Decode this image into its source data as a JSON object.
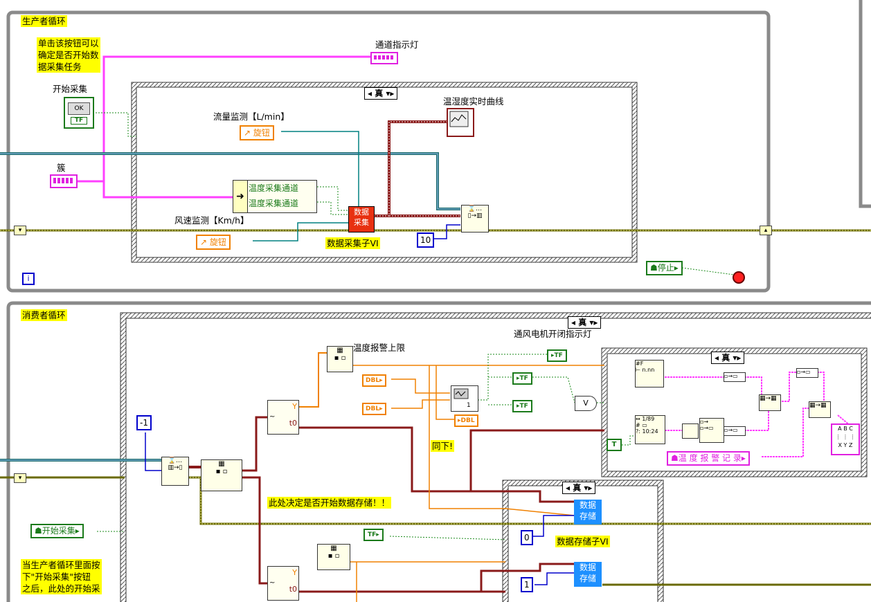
{
  "producer": {
    "loop_label": "生产者循环",
    "note_start": "单击该按钮可以\n确定是否开始数\n据采集任务",
    "start_label": "开始采集",
    "ok_text": "OK",
    "tf_text": "TF",
    "cluster_label": "簇",
    "channel_light": "通道指示灯",
    "case_value": "真",
    "flow_label": "流量监测【L/min】",
    "knob1": "旋钮",
    "knob2": "旋钮",
    "wind_label": "风速监测【Km/h】",
    "chart_label": "温湿度实时曲线",
    "chan1": "温度采集通道",
    "chan2": "温度采集通道",
    "acq_vi": "数据\n采集",
    "acq_subvi": "数据采集子VI",
    "const_10": "10",
    "stop_label": "停止",
    "iter": "i"
  },
  "consumer": {
    "loop_label": "消费者循环",
    "case_top": "真",
    "case_inner": "真",
    "case_store": "真",
    "const_neg1": "-1",
    "temp_alarm": "温度报警上限",
    "dbl1": "DBL",
    "dbl2": "DBL",
    "dbl3": "DBL",
    "fan_light": "通风电机开闭指示灯",
    "tf1": "TF",
    "tf2": "TF",
    "tf3": "TF",
    "tf4": "TF",
    "y_label": "Y",
    "t0_label": "t0",
    "y_label2": "Y",
    "t0_label2": "t0",
    "same_below": "同下!",
    "note_store": "此处决定是否开始数据存储！！",
    "start_label": "开始采集",
    "note_bottom": "当生产者循环里面按\n下\"开始采集\"按钮\n之后，此处的开始采",
    "store1": "数据\n存储",
    "store2": "数据\n存储",
    "store_subvi": "数据存储子VI",
    "const_0": "0",
    "const_1": "1",
    "alarm_record": "温 度 报 警 记 录",
    "t_const": "T"
  },
  "colors": {
    "wire_pink": "#ff40ff",
    "wire_orange": "#f08000",
    "wire_green": "#1a8a1a",
    "wire_teal": "#008080",
    "wire_olive": "#808000",
    "wire_brown": "#b02020",
    "loop_gray": "#808080"
  }
}
